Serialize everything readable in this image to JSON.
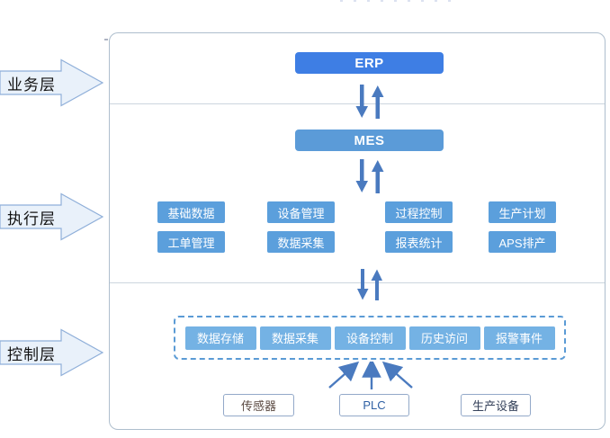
{
  "page": {
    "layer_labels": [
      {
        "label": "业务层"
      },
      {
        "label": "执行层"
      },
      {
        "label": "控制层"
      }
    ],
    "business": {
      "erp_label": "ERP"
    },
    "execution": {
      "mes_label": "MES",
      "modules_row1": [
        "基础数据",
        "设备管理",
        "过程控制",
        "生产计划"
      ],
      "modules_row2": [
        "工单管理",
        "数据采集",
        "报表统计",
        "APS排产"
      ]
    },
    "control": {
      "chips": [
        "数据存储",
        "数据采集",
        "设备控制",
        "历史访问",
        "报警事件"
      ],
      "devices": [
        {
          "label": "传感器"
        },
        {
          "label": "PLC"
        },
        {
          "label": "生产设备"
        }
      ]
    },
    "colors": {
      "erp_fill": "#3e7ee4",
      "mes_fill": "#5b9bd8",
      "module_fill": "#5b9fdc",
      "chip_fill": "#74b2e4",
      "dashed_border": "#5b9bd5",
      "flow_arrow": "#4a7abf",
      "layer_arrow_fill": "#e9f1fa",
      "layer_arrow_border": "#8fafd9",
      "frame_border": "#aebecd",
      "divider": "#ccd6de",
      "device_border": "#93a9c9",
      "plc_text": "#2e5fa3"
    }
  }
}
